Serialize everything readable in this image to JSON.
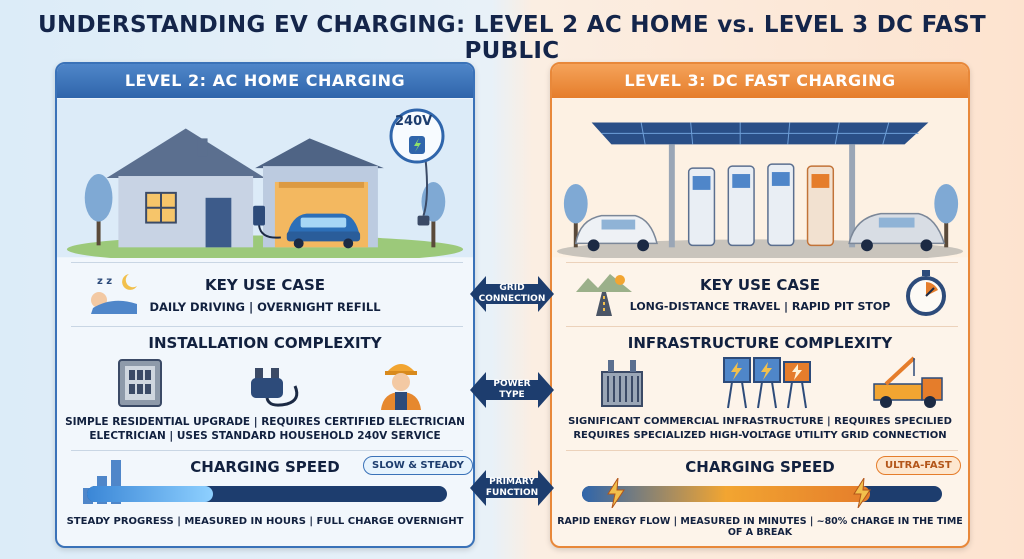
{
  "title": "UNDERSTANDING EV CHARGING: LEVEL 2 AC HOME vs. LEVEL 3 DC FAST PUBLIC",
  "colors": {
    "blue": "#2f65ab",
    "orange": "#e57d2b",
    "navy": "#1d3d6e"
  },
  "left": {
    "header": "LEVEL 2: AC HOME CHARGING",
    "voltage_badge": "240V",
    "use_case_title": "KEY USE CASE",
    "use_case_sub": "DAILY DRIVING  |  OVERNIGHT REFILL",
    "install_title": "INSTALLATION COMPLEXITY",
    "install_line1": "SIMPLE RESIDENTIAL UPGRADE  |  REQUIRES CERTIFIED ELECTRICIAN",
    "install_line2": "ELECTRICIAN  |  USES STANDARD HOUSEHOLD 240V SERVICE",
    "speed_title": "CHARGING SPEED",
    "speed_bubble": "SLOW & STEADY",
    "speed_caption": "STEADY PROGRESS  |  MEASURED IN HOURS  |  FULL CHARGE OVERNIGHT",
    "speed_fill": 0.35
  },
  "right": {
    "header": "LEVEL 3: DC FAST CHARGING",
    "use_case_title": "KEY USE CASE",
    "use_case_sub": "LONG-DISTANCE TRAVEL  |  RAPID PIT STOP",
    "infra_title": "INFRASTRUCTURE COMPLEXITY",
    "infra_line1": "SIGNIFICANT COMMERCIAL INFRASTRUCTURE  |  REQUIRES SPECILIED",
    "infra_line2": "REQUIRES SPECIALIZED HIGH-VOLTAGE UTILITY GRID CONNECTION",
    "speed_title": "CHARGING SPEED",
    "speed_bubble": "ULTRA-FAST",
    "speed_caption": "RAPID ENERGY FLOW  |  MEASURED IN MINUTES  |  ~80% CHARGE IN THE TIME OF A BREAK",
    "speed_fill": 0.8
  },
  "arrows": {
    "grid_line1": "GRID",
    "grid_line2": "CONNECTION",
    "power_line1": "POWER",
    "power_line2": "TYPE",
    "function_line1": "PRIMARY",
    "function_line2": "FUNCTION"
  }
}
